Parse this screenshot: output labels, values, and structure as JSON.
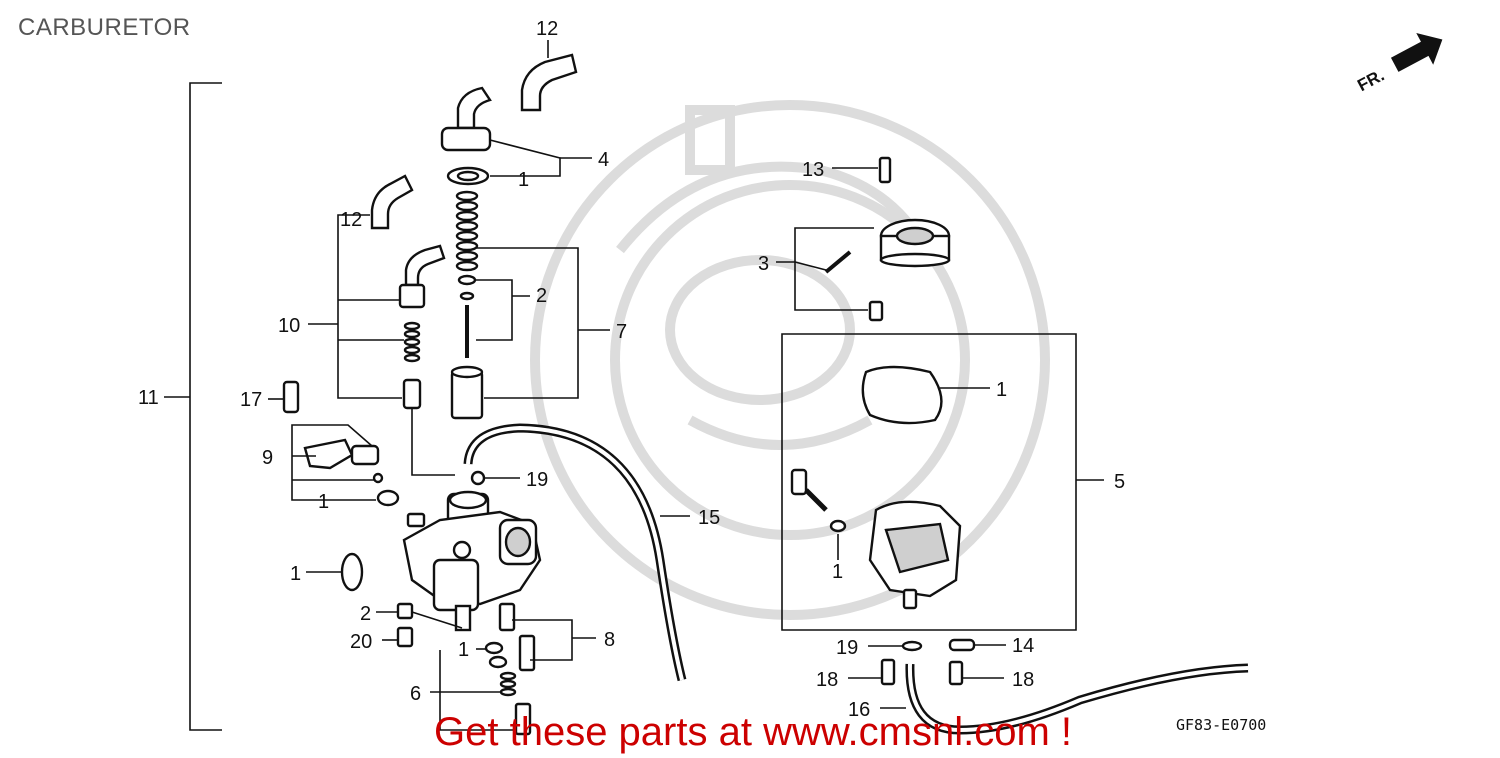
{
  "header": {
    "title": "CARBURETOR"
  },
  "orientation": {
    "text": "FR."
  },
  "diagram_code": "GF83-E0700",
  "callouts": [
    {
      "id": "c12a",
      "text": "12"
    },
    {
      "id": "c12b",
      "text": "12"
    },
    {
      "id": "c4",
      "text": "4"
    },
    {
      "id": "c1a",
      "text": "1"
    },
    {
      "id": "c2a",
      "text": "2"
    },
    {
      "id": "c7",
      "text": "7"
    },
    {
      "id": "c10",
      "text": "10"
    },
    {
      "id": "c11",
      "text": "11"
    },
    {
      "id": "c17",
      "text": "17"
    },
    {
      "id": "c9",
      "text": "9"
    },
    {
      "id": "c1b",
      "text": "1"
    },
    {
      "id": "c19a",
      "text": "19"
    },
    {
      "id": "c15",
      "text": "15"
    },
    {
      "id": "c1c",
      "text": "1"
    },
    {
      "id": "c2b",
      "text": "2"
    },
    {
      "id": "c20",
      "text": "20"
    },
    {
      "id": "c1d",
      "text": "1"
    },
    {
      "id": "c8",
      "text": "8"
    },
    {
      "id": "c6",
      "text": "6"
    },
    {
      "id": "c13",
      "text": "13"
    },
    {
      "id": "c3",
      "text": "3"
    },
    {
      "id": "c1e",
      "text": "1"
    },
    {
      "id": "c5",
      "text": "5"
    },
    {
      "id": "c1f",
      "text": "1"
    },
    {
      "id": "c19b",
      "text": "19"
    },
    {
      "id": "c14",
      "text": "14"
    },
    {
      "id": "c18a",
      "text": "18"
    },
    {
      "id": "c18b",
      "text": "18"
    },
    {
      "id": "c16",
      "text": "16"
    }
  ],
  "promo": {
    "text": "Get these parts at www.cmsnl.com !",
    "color": "#cc0000"
  },
  "colors": {
    "watermark": "#d9d9d9",
    "ink": "#111111",
    "title": "#555555"
  }
}
